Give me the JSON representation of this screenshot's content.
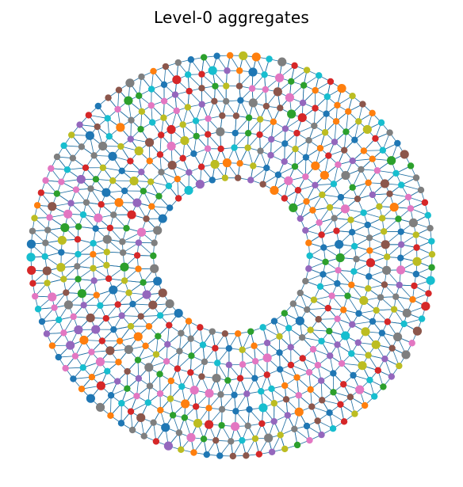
{
  "figure": {
    "title": "Level-0 aggregates"
  },
  "colors": {
    "edge": "#1f6fa3",
    "background": "#ffffff",
    "node_palette": [
      "#1f77b4",
      "#ff7f0e",
      "#2ca02c",
      "#d62728",
      "#9467bd",
      "#8c564b",
      "#e377c2",
      "#7f7f7f",
      "#bcbd22",
      "#17becf"
    ]
  },
  "mesh": {
    "shape": "annulus",
    "inner_radius_ratio": 0.39
  }
}
